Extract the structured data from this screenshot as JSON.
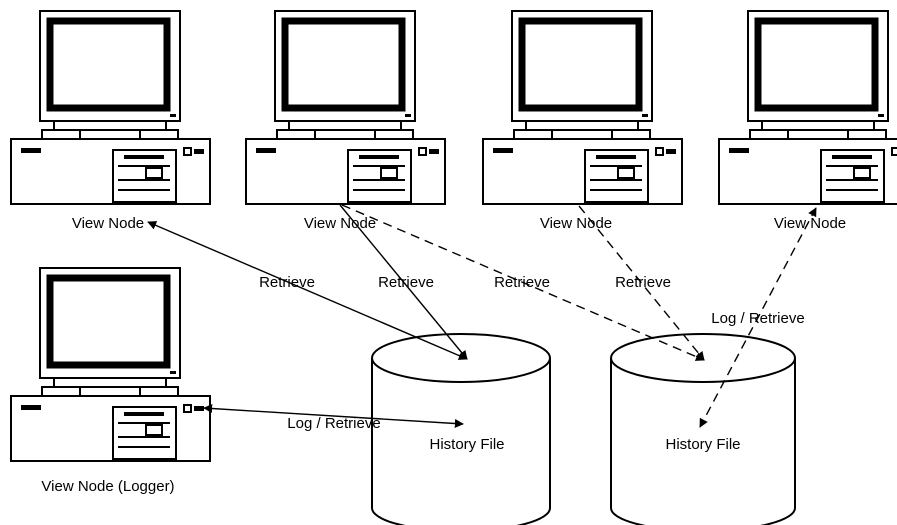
{
  "diagram": {
    "nodes": [
      {
        "label": "View Node"
      },
      {
        "label": "View Node"
      },
      {
        "label": "View Node"
      },
      {
        "label": "View Node"
      },
      {
        "label": "View Node (Logger)"
      }
    ],
    "storage": [
      {
        "label": "History File"
      },
      {
        "label": "History File"
      }
    ],
    "connections": [
      {
        "label": "Retrieve"
      },
      {
        "label": "Retrieve"
      },
      {
        "label": "Retrieve"
      },
      {
        "label": "Retrieve"
      },
      {
        "label": "Log / Retrieve"
      },
      {
        "label": "Log / Retrieve"
      }
    ]
  },
  "colors": {
    "line": "#000000",
    "background": "#ffffff"
  }
}
